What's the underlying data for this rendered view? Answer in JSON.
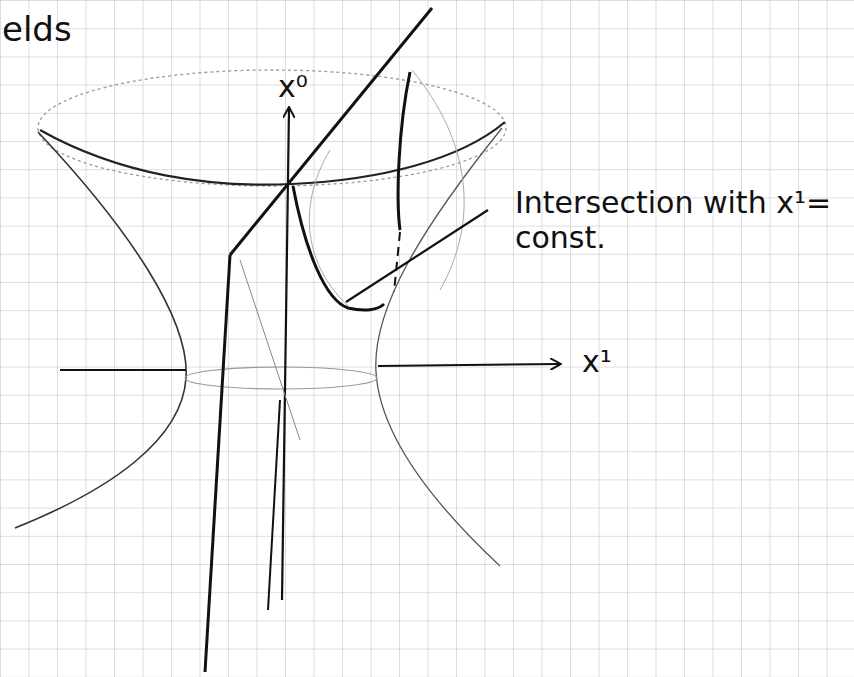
{
  "diagram": {
    "labels": [
      "elds",
      "x⁰",
      "x¹",
      "Intersection with x¹= const."
    ]
  }
}
